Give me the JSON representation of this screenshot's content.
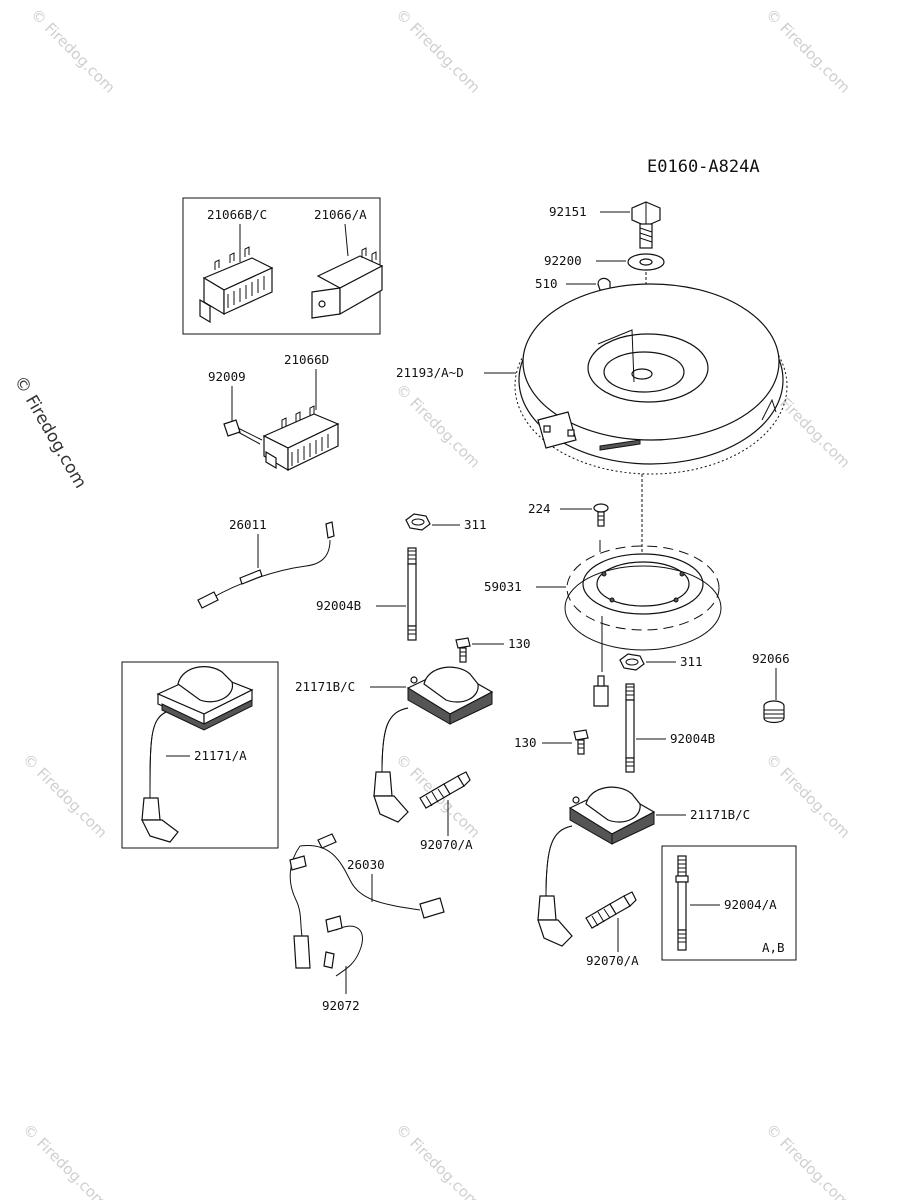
{
  "diagram": {
    "reference_code": "E0160-A824A",
    "watermark": "© Firedog.com",
    "box_note": "A,B",
    "labels": {
      "l21066bc": "21066B/C",
      "l21066a": "21066/A",
      "l92009": "92009",
      "l21066d": "21066D",
      "l26011": "26011",
      "l21171a": "21171/A",
      "l311a": "311",
      "l92004b_a": "92004B",
      "l130a": "130",
      "l21171bc_a": "21171B/C",
      "l92070a_a": "92070/A",
      "l26030": "26030",
      "l92072": "92072",
      "l92151": "92151",
      "l92200": "92200",
      "l510": "510",
      "l21193": "21193/A~D",
      "l224": "224",
      "l59031": "59031",
      "l311b": "311",
      "l92066": "92066",
      "l130b": "130",
      "l92004b_b": "92004B",
      "l21171bc_b": "21171B/C",
      "l92004a": "92004/A",
      "l92070a_b": "92070/A"
    }
  }
}
